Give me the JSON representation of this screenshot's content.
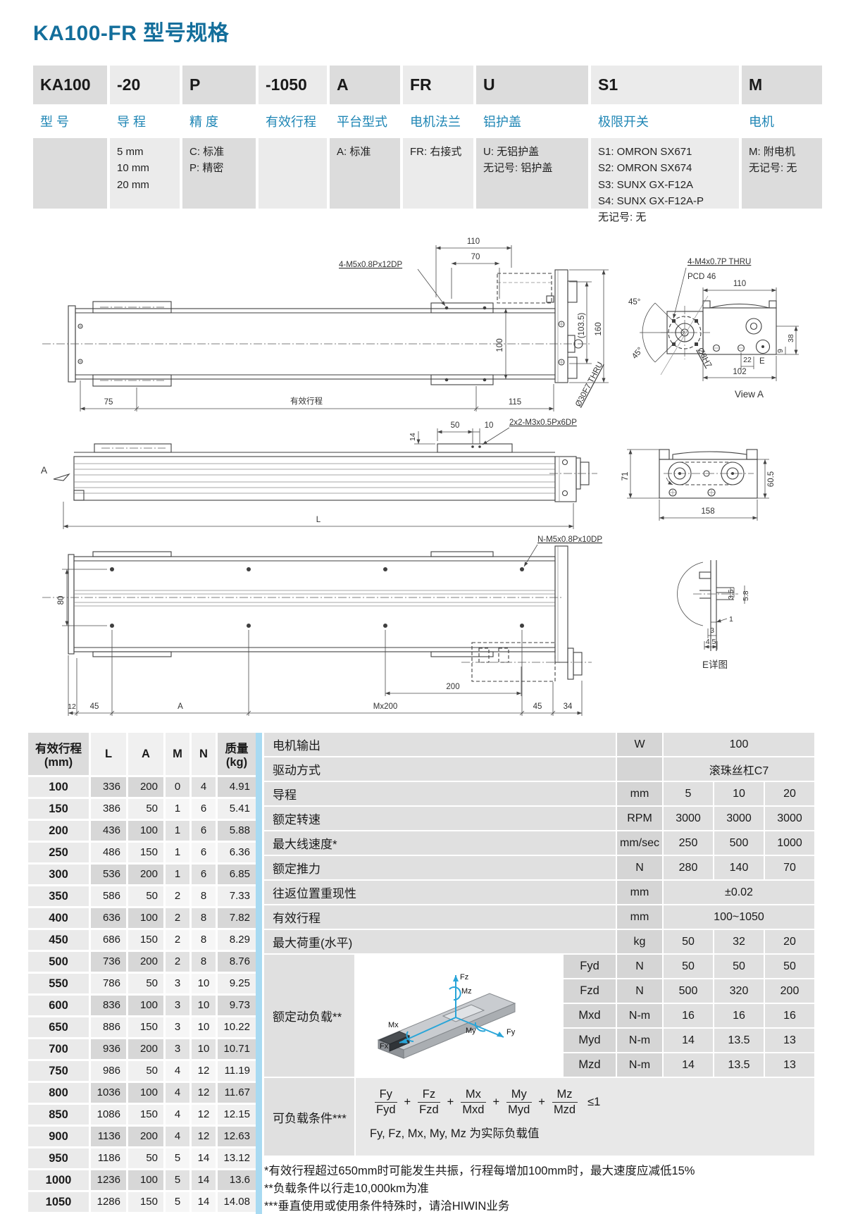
{
  "page": {
    "title": "KA100-FR 型号规格"
  },
  "model_table": {
    "columns": [
      {
        "code": "KA100",
        "label": "型 号",
        "options": ""
      },
      {
        "code": "-20",
        "label": "导 程",
        "options": "5 mm\n10 mm\n20 mm"
      },
      {
        "code": "P",
        "label": "精 度",
        "options": "C: 标准\nP: 精密"
      },
      {
        "code": "-1050",
        "label": "有效行程",
        "options": ""
      },
      {
        "code": "A",
        "label": "平台型式",
        "options": "A: 标准"
      },
      {
        "code": "FR",
        "label": "电机法兰",
        "options": "FR: 右接式"
      },
      {
        "code": "U",
        "label": "铝护盖",
        "options": "U: 无铝护盖\n无记号: 铝护盖"
      },
      {
        "code": "S1",
        "label": "极限开关",
        "options": "S1: OMRON SX671\nS2: OMRON SX674\nS3: SUNX GX-F12A\nS4: SUNX GX-F12A-P\n无记号: 无"
      },
      {
        "code": "M",
        "label": "电机",
        "options": "M: 附电机\n无记号: 无"
      }
    ]
  },
  "drawing": {
    "top": {
      "d110": "110",
      "d70": "70",
      "screws": "4-M5x0.8Px12DP",
      "d1035": "(103.5)",
      "d160": "160",
      "d100": "100",
      "d75": "75",
      "stroke": "有效行程",
      "d115": "115"
    },
    "viewa": {
      "thru": "4-M4x0.7P THRU",
      "pcd": "PCD 46",
      "d110": "110",
      "a45a": "45°",
      "a45b": "45°",
      "d8": "Ø8H7",
      "d30": "Ø30F7 THRU",
      "d22": "22",
      "d102": "102",
      "d38": "38",
      "d9": "9",
      "e": "E",
      "caption": "View A"
    },
    "side": {
      "a": "A",
      "d14": "14",
      "d50": "50",
      "d10": "10",
      "screws": "2x2-M3x0.5Px6DP",
      "l": "L"
    },
    "end": {
      "d71": "71",
      "d605": "60.5",
      "d158": "158"
    },
    "bottom": {
      "screws": "N-M5x0.8Px10DP",
      "d80": "80",
      "d200": "200",
      "d12": "12",
      "d45l": "45",
      "da": "A",
      "dmx": "Mx200",
      "d45r": "45",
      "d34": "34"
    },
    "edetail": {
      "d35": "3.5",
      "d58": "5.8",
      "d1": "1",
      "d3": "3",
      "d45": "4.5",
      "caption": "E详图"
    }
  },
  "stroke_table": {
    "header": {
      "stroke": "有效行程\n(mm)",
      "l": "L",
      "a": "A",
      "m": "M",
      "n": "N",
      "mass": "质量\n(kg)"
    },
    "rows": [
      [
        "100",
        "336",
        "200",
        "0",
        "4",
        "4.91"
      ],
      [
        "150",
        "386",
        "50",
        "1",
        "6",
        "5.41"
      ],
      [
        "200",
        "436",
        "100",
        "1",
        "6",
        "5.88"
      ],
      [
        "250",
        "486",
        "150",
        "1",
        "6",
        "6.36"
      ],
      [
        "300",
        "536",
        "200",
        "1",
        "6",
        "6.85"
      ],
      [
        "350",
        "586",
        "50",
        "2",
        "8",
        "7.33"
      ],
      [
        "400",
        "636",
        "100",
        "2",
        "8",
        "7.82"
      ],
      [
        "450",
        "686",
        "150",
        "2",
        "8",
        "8.29"
      ],
      [
        "500",
        "736",
        "200",
        "2",
        "8",
        "8.76"
      ],
      [
        "550",
        "786",
        "50",
        "3",
        "10",
        "9.25"
      ],
      [
        "600",
        "836",
        "100",
        "3",
        "10",
        "9.73"
      ],
      [
        "650",
        "886",
        "150",
        "3",
        "10",
        "10.22"
      ],
      [
        "700",
        "936",
        "200",
        "3",
        "10",
        "10.71"
      ],
      [
        "750",
        "986",
        "50",
        "4",
        "12",
        "11.19"
      ],
      [
        "800",
        "1036",
        "100",
        "4",
        "12",
        "11.67"
      ],
      [
        "850",
        "1086",
        "150",
        "4",
        "12",
        "12.15"
      ],
      [
        "900",
        "1136",
        "200",
        "4",
        "12",
        "12.63"
      ],
      [
        "950",
        "1186",
        "50",
        "5",
        "14",
        "13.12"
      ],
      [
        "1000",
        "1236",
        "100",
        "5",
        "14",
        "13.6"
      ],
      [
        "1050",
        "1286",
        "150",
        "5",
        "14",
        "14.08"
      ]
    ]
  },
  "spec_table": {
    "rows": [
      {
        "label": "电机输出",
        "unit": "W",
        "value": "100"
      },
      {
        "label": "驱动方式",
        "unit": "",
        "value": "滚珠丝杠C7"
      },
      {
        "label": "导程",
        "unit": "mm",
        "v1": "5",
        "v2": "10",
        "v3": "20"
      },
      {
        "label": "额定转速",
        "unit": "RPM",
        "v1": "3000",
        "v2": "3000",
        "v3": "3000"
      },
      {
        "label": "最大线速度*",
        "unit": "mm/sec",
        "v1": "250",
        "v2": "500",
        "v3": "1000"
      },
      {
        "label": "额定推力",
        "unit": "N",
        "v1": "280",
        "v2": "140",
        "v3": "70"
      },
      {
        "label": "往返位置重现性",
        "unit": "mm",
        "value": "±0.02"
      },
      {
        "label": "有效行程",
        "unit": "mm",
        "value": "100~1050"
      },
      {
        "label": "最大荷重(水平)",
        "unit": "kg",
        "v1": "50",
        "v2": "32",
        "v3": "20"
      }
    ],
    "dynamic_load": {
      "label": "额定动负载**",
      "rows": [
        {
          "sub": "Fyd",
          "unit": "N",
          "v1": "50",
          "v2": "50",
          "v3": "50"
        },
        {
          "sub": "Fzd",
          "unit": "N",
          "v1": "500",
          "v2": "320",
          "v3": "200"
        },
        {
          "sub": "Mxd",
          "unit": "N-m",
          "v1": "16",
          "v2": "16",
          "v3": "16"
        },
        {
          "sub": "Myd",
          "unit": "N-m",
          "v1": "14",
          "v2": "13.5",
          "v3": "13"
        },
        {
          "sub": "Mzd",
          "unit": "N-m",
          "v1": "14",
          "v2": "13.5",
          "v3": "13"
        }
      ]
    },
    "force": {
      "fz": "Fz",
      "mz": "Mz",
      "my": "My",
      "fy": "Fy",
      "mx": "Mx",
      "fx": "Fx"
    },
    "condition": {
      "label": "可负载条件***",
      "terms": [
        {
          "n": "Fy",
          "d": "Fyd"
        },
        {
          "n": "Fz",
          "d": "Fzd"
        },
        {
          "n": "Mx",
          "d": "Mxd"
        },
        {
          "n": "My",
          "d": "Myd"
        },
        {
          "n": "Mz",
          "d": "Mzd"
        }
      ],
      "plus": "+",
      "leq": "≤1",
      "note": "Fy, Fz, Mx, My, Mz 为实际负载值"
    },
    "footnotes": [
      "*有效行程超过650mm时可能发生共振，行程每增加100mm时，最大速度应减低15%",
      "**负载条件以行走10,000km为准",
      "***垂直使用或使用条件特殊时，请洽HIWIN业务"
    ]
  }
}
